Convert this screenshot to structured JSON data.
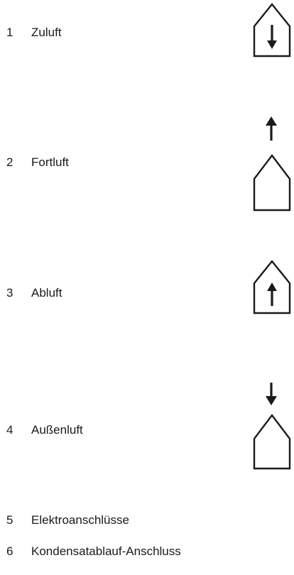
{
  "legend": {
    "items": [
      {
        "number": "1",
        "label": "Zuluft",
        "icon": "house-arrow-down-inside-icon"
      },
      {
        "number": "2",
        "label": "Fortluft",
        "icon": "house-arrow-up-outside-icon"
      },
      {
        "number": "3",
        "label": "Abluft",
        "icon": "house-arrow-up-inside-icon"
      },
      {
        "number": "4",
        "label": "Außenluft",
        "icon": "house-arrow-down-outside-icon"
      },
      {
        "number": "5",
        "label": "Elektroanschlüsse"
      },
      {
        "number": "6",
        "label": "Kondensatablauf-Anschluss"
      }
    ]
  },
  "colors": {
    "text": "#1a1a1a",
    "stroke": "#1a1a1a",
    "background": "#ffffff"
  }
}
